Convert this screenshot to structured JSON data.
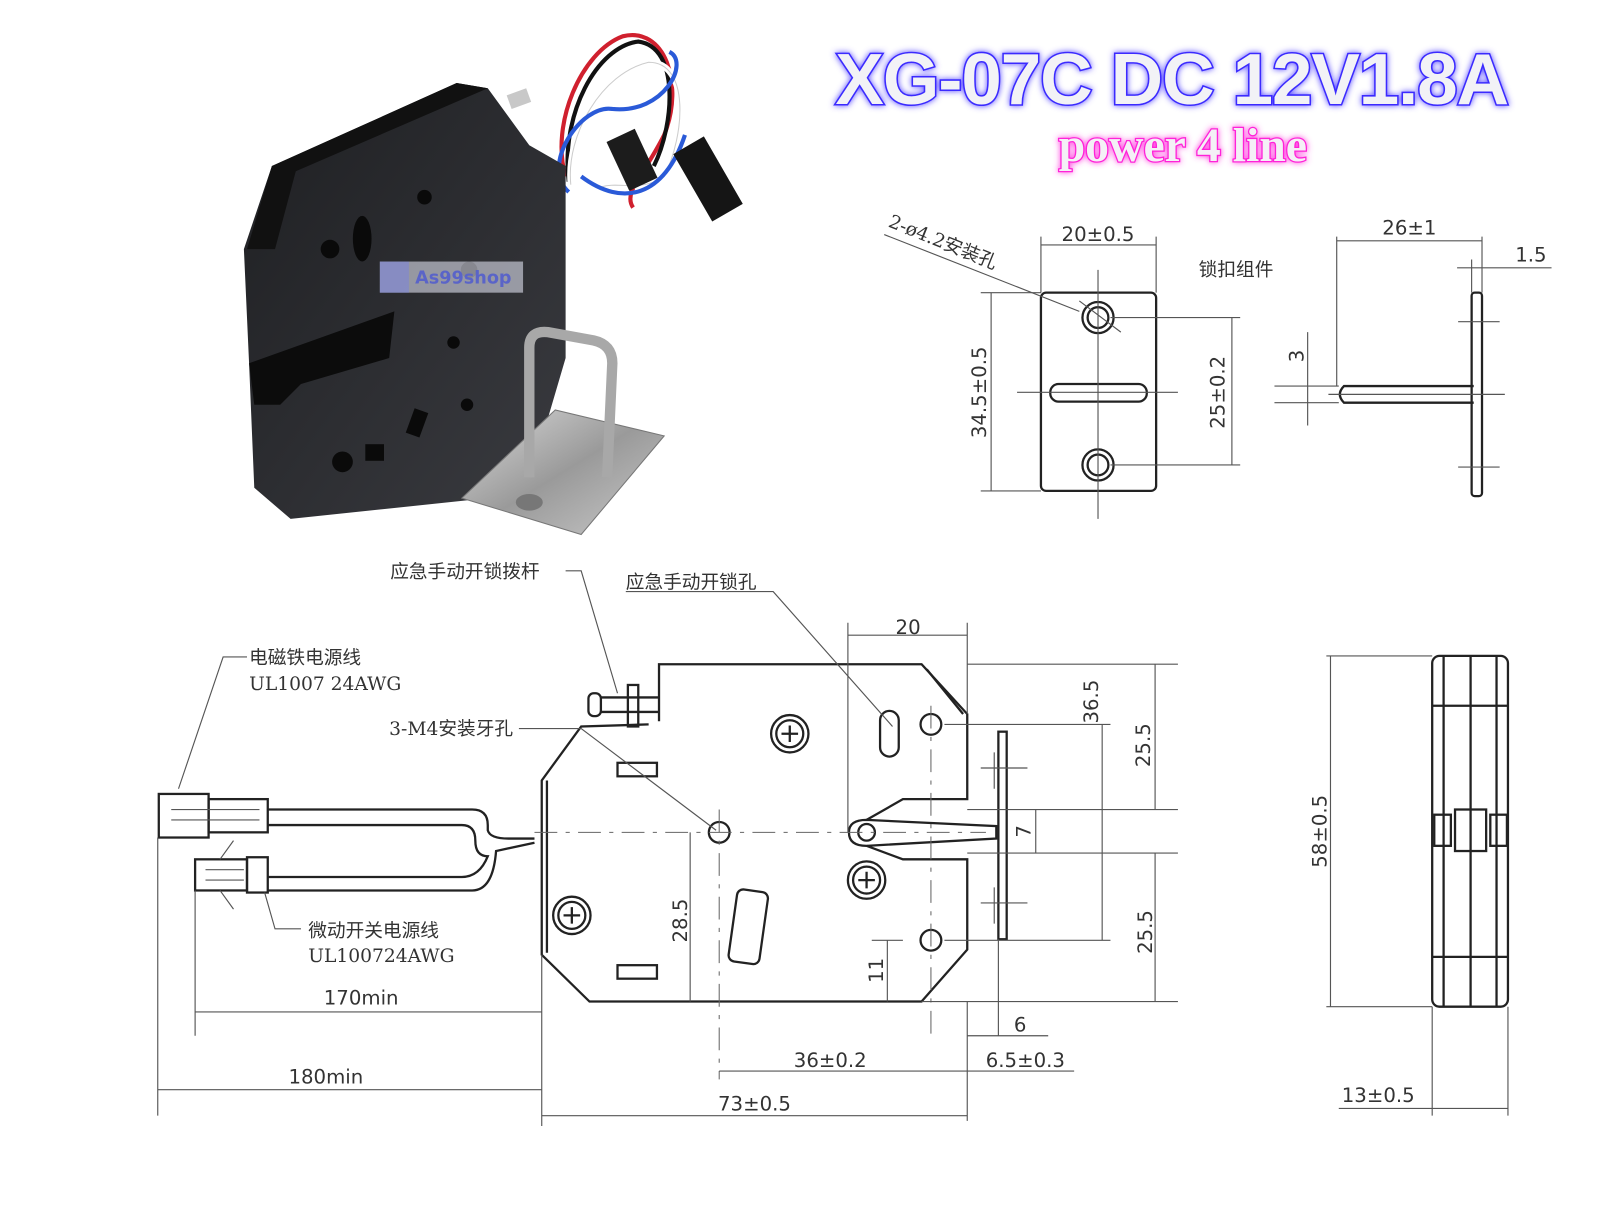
{
  "title": {
    "model": "XG-07C  DC 12V1.8A",
    "subtitle": "power 4 line",
    "title_color": "#3a2cff",
    "subtitle_color": "#ff22d8"
  },
  "photo": {
    "watermark": "As99shop",
    "body_color": "#2a2b2e",
    "wire_colors": [
      "#d0202e",
      "#2a5ad8",
      "#ffffff",
      "#111111"
    ]
  },
  "strike_plate": {
    "hole_label": "2-ø4.2安装孔",
    "name": "锁扣组件",
    "width": "20±0.5",
    "height": "34.5±0.5",
    "hole_spacing": "25±0.2",
    "depth": "26±1",
    "thickness": "1.5",
    "pin_diameter": "3"
  },
  "lock": {
    "lever_label": "应急手动开锁拨杆",
    "hole_label": "应急手动开锁孔",
    "solenoid_wire_label": "电磁铁电源线",
    "solenoid_wire_spec": "UL1007 24AWG",
    "mount_label": "3-M4安装牙孔",
    "switch_wire_label": "微动开关电源线",
    "switch_wire_spec": "UL100724AWG",
    "dims": {
      "top_width": "20",
      "hole_spacing_v": "36.5",
      "upper_half": "25.5",
      "slot": "7",
      "lower_half": "25.5",
      "center_height": "28.5",
      "bottom_hole": "11",
      "plate_gap": "6",
      "hole_span": "36±0.2",
      "edge_offset": "6.5±0.3",
      "length": "73±0.5",
      "wire_170": "170min",
      "wire_180": "180min"
    }
  },
  "side_view": {
    "height": "58±0.5",
    "thickness": "13±0.5"
  }
}
